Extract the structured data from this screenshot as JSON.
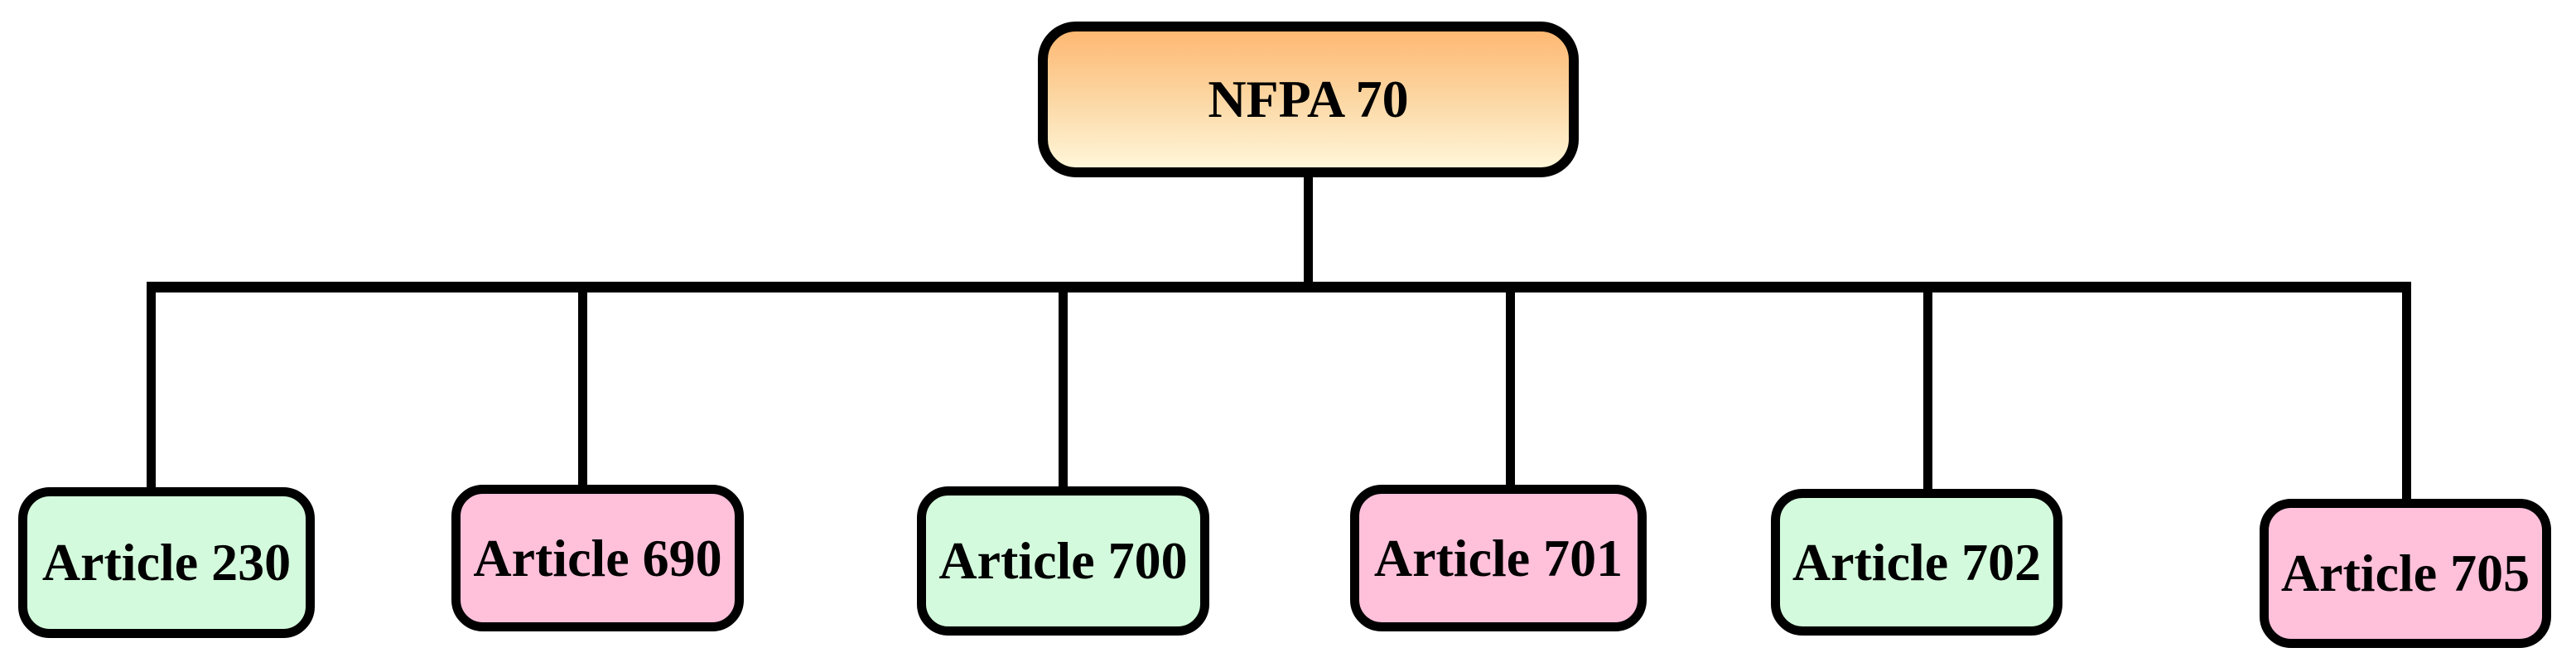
{
  "diagram": {
    "type": "hierarchy",
    "root": {
      "label": "NFPA 70"
    },
    "articles": [
      {
        "label": "Article 230",
        "color": "green"
      },
      {
        "label": "Article 690",
        "color": "pink"
      },
      {
        "label": "Article 700",
        "color": "green"
      },
      {
        "label": "Article 701",
        "color": "pink"
      },
      {
        "label": "Article 702",
        "color": "green"
      },
      {
        "label": "Article 705",
        "color": "pink"
      }
    ],
    "palette": {
      "green_fill": "#D3FADC",
      "pink_fill": "#FFC0DA",
      "root_gradient_top": "#FEB873",
      "root_gradient_bottom": "#FEF6D9",
      "line_color": "#000000",
      "background": "#FFFFFF"
    }
  }
}
